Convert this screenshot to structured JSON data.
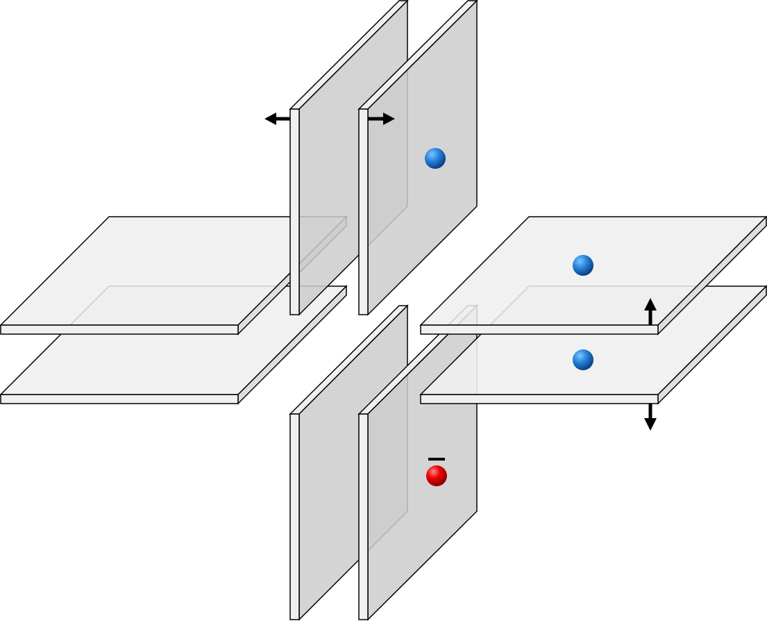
{
  "figure": {
    "description": "",
    "plates": [
      {
        "id": "left-upper-horizontal-plate",
        "orientation": "horizontal",
        "group": "left"
      },
      {
        "id": "left-lower-horizontal-plate",
        "orientation": "horizontal",
        "group": "left"
      },
      {
        "id": "top-left-vertical-plate",
        "orientation": "vertical",
        "group": "top"
      },
      {
        "id": "top-right-vertical-plate",
        "orientation": "vertical",
        "group": "top"
      },
      {
        "id": "bottom-left-vertical-plate",
        "orientation": "vertical",
        "group": "bottom"
      },
      {
        "id": "bottom-right-vertical-plate",
        "orientation": "vertical",
        "group": "bottom"
      },
      {
        "id": "right-upper-horizontal-plate",
        "orientation": "horizontal",
        "group": "right"
      },
      {
        "id": "right-lower-horizontal-plate",
        "orientation": "horizontal",
        "group": "right"
      }
    ],
    "arrows": [
      {
        "id": "top-left-arrow",
        "direction": "left"
      },
      {
        "id": "top-right-arrow",
        "direction": "right"
      },
      {
        "id": "right-up-arrow",
        "direction": "up"
      },
      {
        "id": "right-down-arrow",
        "direction": "down"
      }
    ],
    "particles": [
      {
        "id": "top-vertical-particle",
        "color": "blue",
        "bar": false
      },
      {
        "id": "right-upper-particle",
        "color": "blue",
        "bar": false
      },
      {
        "id": "right-lower-particle",
        "color": "blue",
        "bar": false
      },
      {
        "id": "bottom-vertical-antiparticle",
        "color": "red",
        "bar": true
      }
    ],
    "colors": {
      "horizontal_plate_fill": "#efefef",
      "vertical_plate_fill": "#cccccc",
      "plate_edge_fill": "#dedede",
      "plate_front_fill": "#f0f0f0",
      "outline": "#000000",
      "blue_particle": "#1f78d1",
      "red_particle": "#ee0000"
    }
  }
}
